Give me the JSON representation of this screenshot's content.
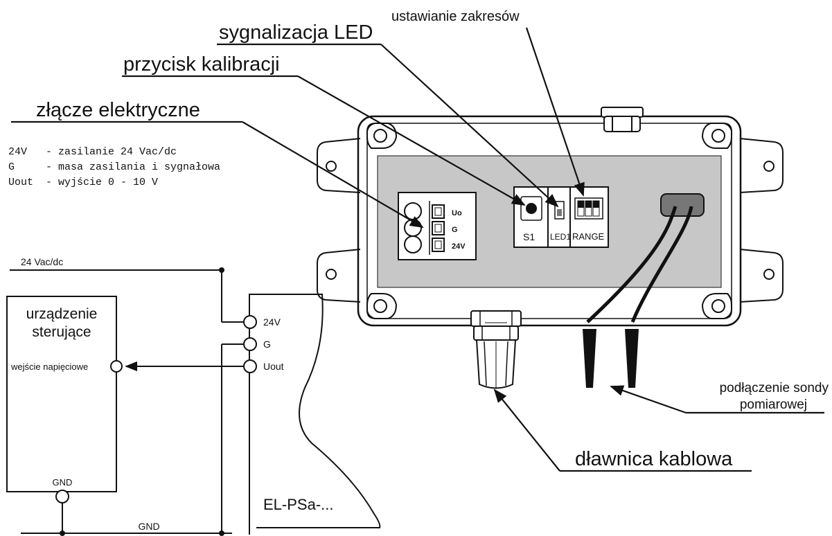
{
  "callouts": {
    "range_setting": "ustawianie zakresów",
    "led_signal": "sygnalizacja LED",
    "calibration_button": "przycisk kalibracji",
    "electrical_connector": "złącze elektryczne",
    "probe_connection_line1": "podłączenie sondy",
    "probe_connection_line2": "pomiarowej",
    "cable_gland": "dławnica kablowa"
  },
  "legend": [
    "24V   - zasilanie 24 Vac/dc",
    "G     - masa zasilania i sygnałowa",
    "Uout  - wyjście 0 - 10 V"
  ],
  "board": {
    "terminal_labels": [
      "Uo",
      "G",
      "24V"
    ],
    "button_label": "S1",
    "led_label": "LED1",
    "range_label": "RANGE"
  },
  "wiring": {
    "supply_label": "24 Vac/dc",
    "control_device_line1": "urządzenie",
    "control_device_line2": "sterujące",
    "voltage_input": "wejście napięciowe",
    "gnd_device": "GND",
    "gnd_bus": "GND",
    "terminal_24v": "24V",
    "terminal_g": "G",
    "terminal_uout": "Uout",
    "device_model": "EL-PSa-..."
  },
  "colors": {
    "line": "#111111",
    "panel": "#c7c7c7"
  }
}
